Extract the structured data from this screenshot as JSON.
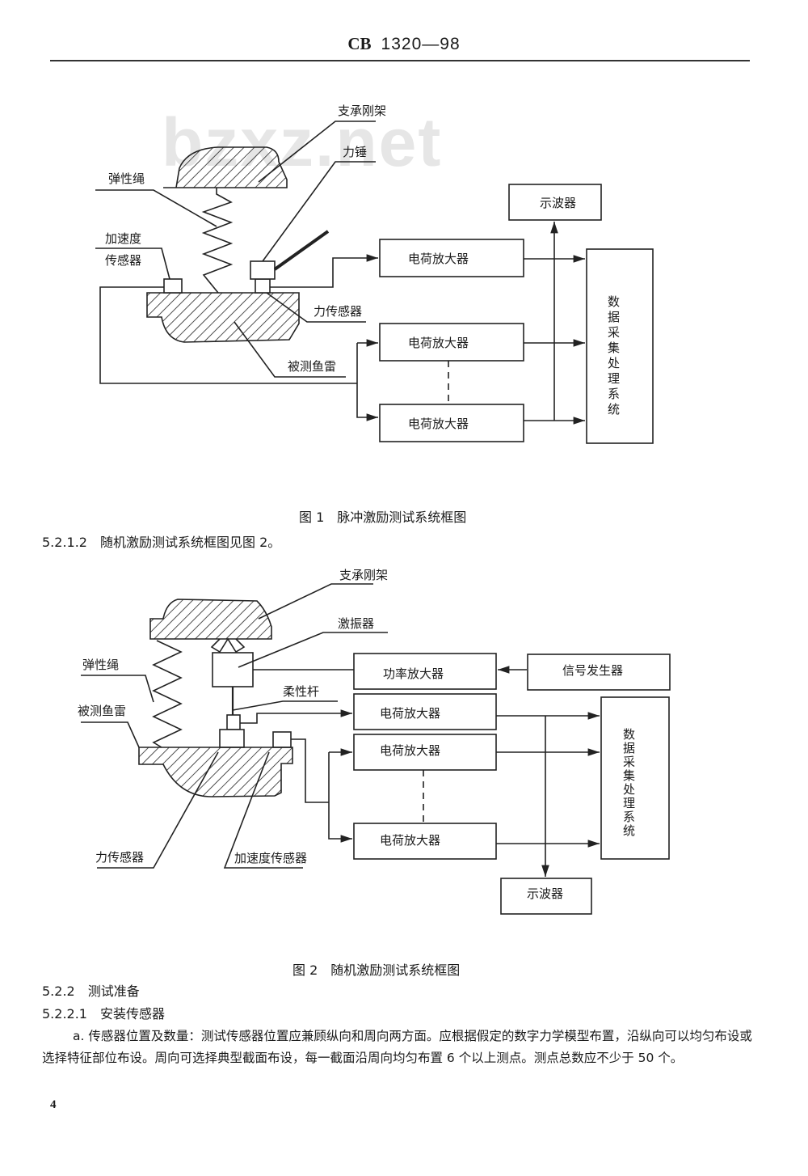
{
  "header": {
    "prefix": "CB",
    "number": "1320—98"
  },
  "watermark": "bzxz.net",
  "figure1": {
    "labels": {
      "support_frame": "支承刚架",
      "hammer": "力锤",
      "elastic_rope": "弹性绳",
      "accel_sensor_line1": "加速度",
      "accel_sensor_line2": "传感器",
      "force_sensor": "力传感器",
      "torpedo": "被测鱼雷"
    },
    "blocks": {
      "oscilloscope": "示波器",
      "charge_amp_1": "电荷放大器",
      "charge_amp_2": "电荷放大器",
      "charge_amp_3": "电荷放大器",
      "daq": "数据采集处理系统"
    },
    "caption": "图 1　脉冲激励测试系统框图"
  },
  "section_5_2_1_2": "5.2.1.2　随机激励测试系统框图见图 2。",
  "figure2": {
    "labels": {
      "support_frame": "支承刚架",
      "shaker": "激振器",
      "elastic_rope": "弹性绳",
      "torpedo": "被测鱼雷",
      "flexible_rod": "柔性杆",
      "force_sensor": "力传感器",
      "accel_sensor": "加速度传感器"
    },
    "blocks": {
      "power_amp": "功率放大器",
      "signal_gen": "信号发生器",
      "charge_amp_1": "电荷放大器",
      "charge_amp_2": "电荷放大器",
      "charge_amp_3": "电荷放大器",
      "daq": "数据采集处理系统",
      "oscilloscope": "示波器"
    },
    "caption": "图 2　随机激励测试系统框图"
  },
  "section_5_2_2": "5.2.2　测试准备",
  "section_5_2_2_1": "5.2.2.1　安装传感器",
  "paragraph_a": "a. 传感器位置及数量：测试传感器位置应兼顾纵向和周向两方面。应根据假定的数字力学模型布置，沿纵向可以均匀布设或选择特征部位布设。周向可选择典型截面布设，每一截面沿周向均匀布置 6 个以上测点。测点总数应不少于 50 个。",
  "page_number": "4"
}
